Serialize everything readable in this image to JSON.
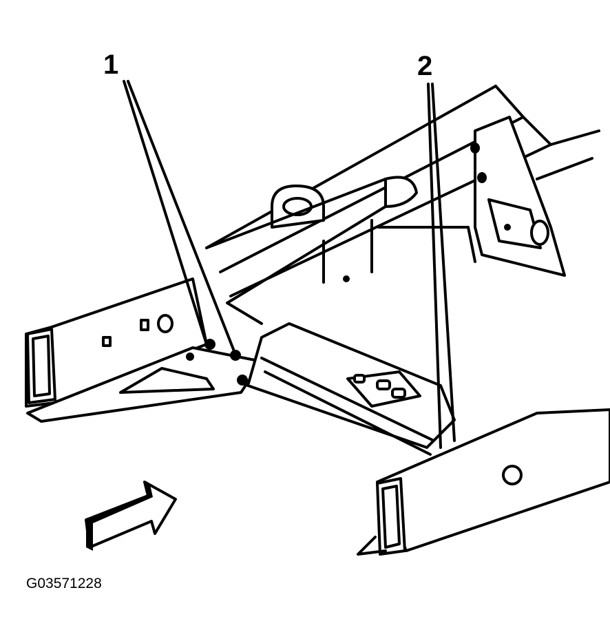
{
  "callouts": [
    {
      "label": "1"
    },
    {
      "label": "2"
    }
  ],
  "figure_id": "G03571228",
  "icons": {
    "direction_arrow": "front-direction-arrow-icon"
  }
}
